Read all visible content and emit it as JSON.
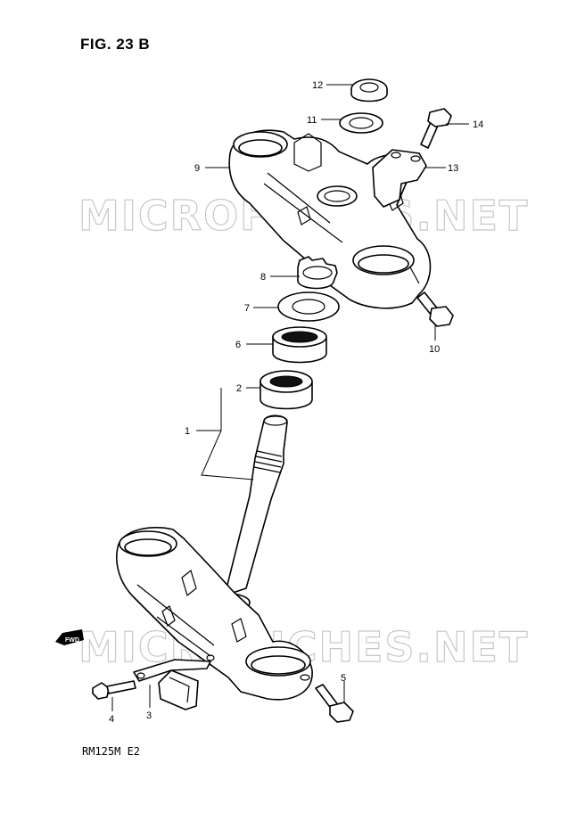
{
  "figure": {
    "title": "FIG. 23 B",
    "model_code": "RM125M E2"
  },
  "watermark": {
    "text": "MICROFICHES.NET"
  },
  "fwd_label": "FWD",
  "callouts": [
    {
      "num": "1"
    },
    {
      "num": "2"
    },
    {
      "num": "3"
    },
    {
      "num": "4"
    },
    {
      "num": "5"
    },
    {
      "num": "6"
    },
    {
      "num": "7"
    },
    {
      "num": "8"
    },
    {
      "num": "9"
    },
    {
      "num": "10"
    },
    {
      "num": "11"
    },
    {
      "num": "12"
    },
    {
      "num": "13"
    },
    {
      "num": "14"
    }
  ]
}
